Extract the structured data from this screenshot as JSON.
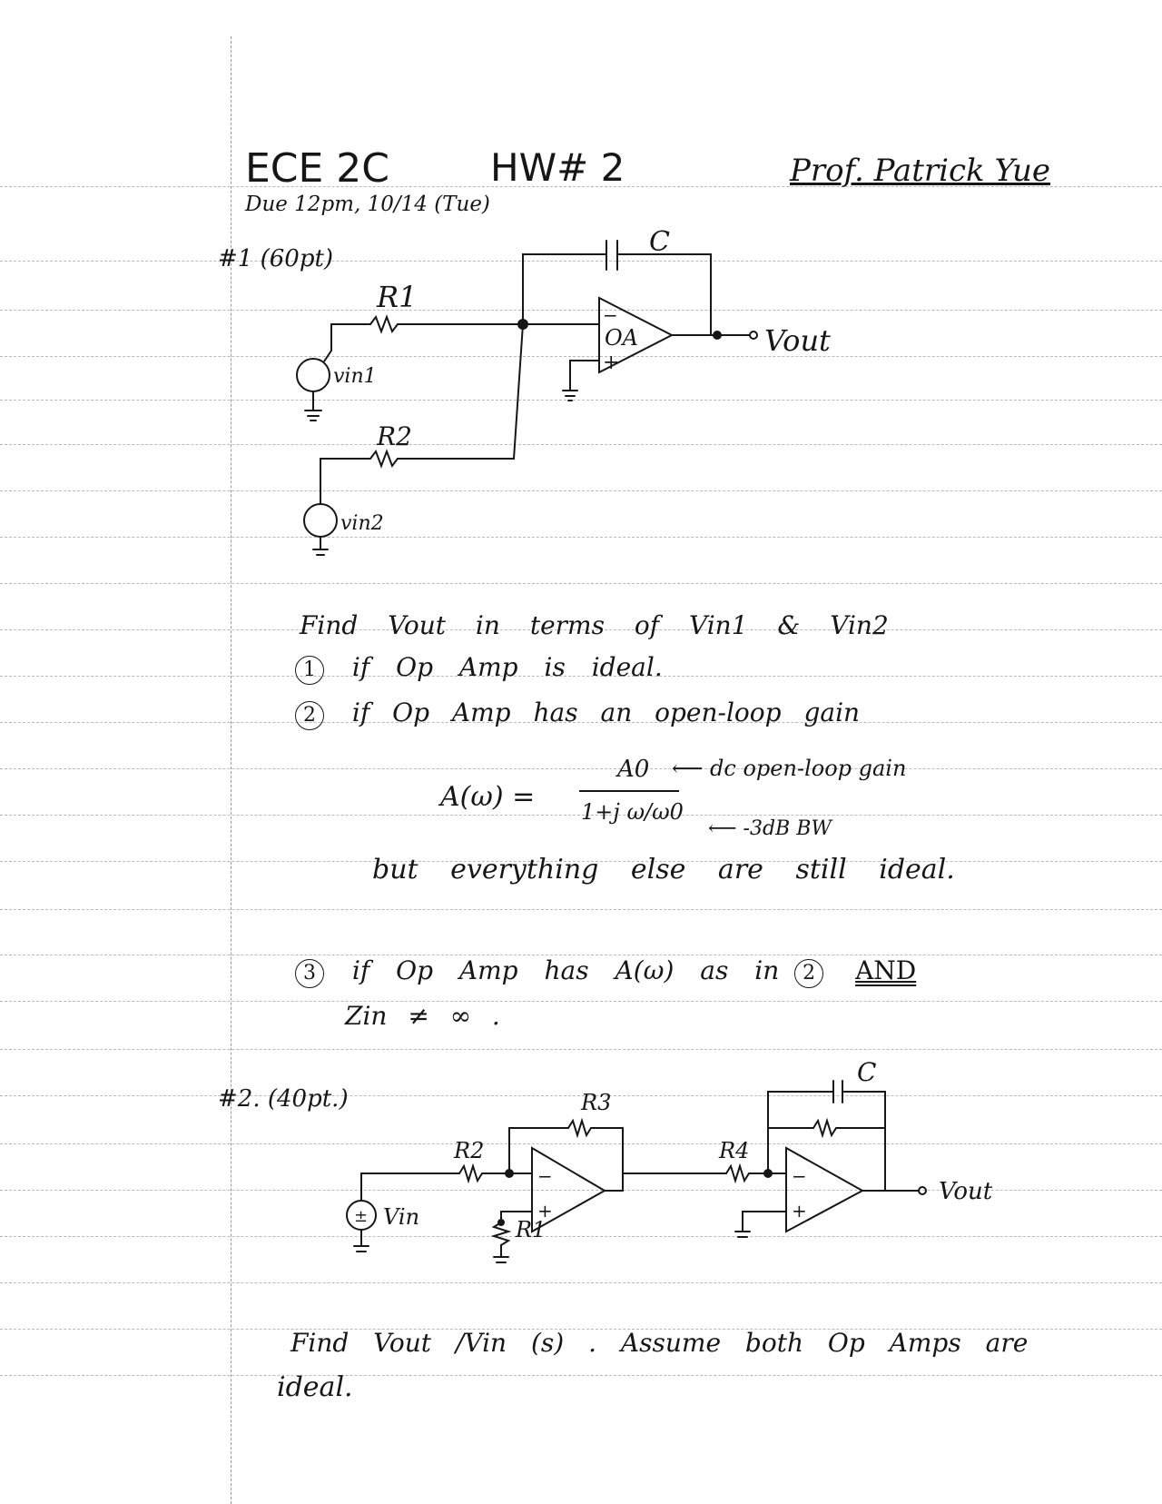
{
  "header": {
    "course": "ECE 2C",
    "hw": "HW# 2",
    "professor": "Prof. Patrick Yue",
    "due": "Due 12pm, 10/14 (Tue)"
  },
  "problem1": {
    "label": "#1 (60pt)",
    "circuit": {
      "r1": "R1",
      "r2": "R2",
      "c": "C",
      "oa": "OA",
      "vin1": "vin1",
      "vin2": "vin2",
      "vout": "Vout",
      "minus": "−",
      "plus": "+"
    },
    "prompt": "Find Vout in terms of Vin1 & Vin2",
    "items": [
      {
        "num": "1",
        "text": "if Op Amp is ideal."
      },
      {
        "num": "2",
        "text": "if Op Amp has an open-loop gain"
      },
      {
        "num": "3",
        "text_a": "if Op Amp has A(ω) as in",
        "ref": "2",
        "text_b": "AND",
        "text_c": "Zin ≠ ∞ ."
      }
    ],
    "formula": {
      "lhs": "A(ω) =",
      "numerator": "A0",
      "denominator": "1+j ω/ω0",
      "note_dc": "dc open-loop gain",
      "note_bw": "-3dB BW"
    },
    "tail": "but everything else are still ideal."
  },
  "problem2": {
    "label": "#2. (40pt.)",
    "circuit": {
      "r1": "R1",
      "r2": "R2",
      "r3": "R3",
      "r4": "R4",
      "c": "C",
      "vin": "Vin",
      "vout": "Vout",
      "source_sign": "±",
      "minus": "−",
      "plus": "+"
    },
    "prompt_a": "Find Vout /Vin (s) . Assume both Op Amps are",
    "prompt_b": "ideal."
  }
}
